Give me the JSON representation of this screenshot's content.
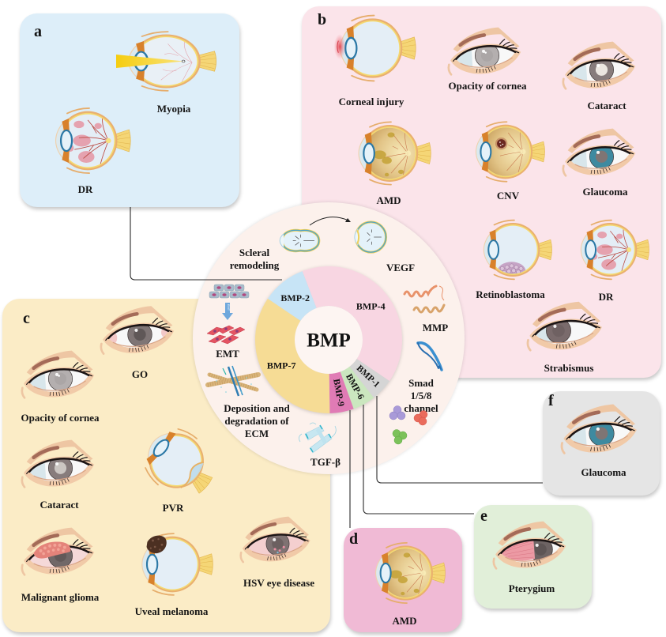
{
  "panels": {
    "a": {
      "letter": "a",
      "items": [
        {
          "label": "Myopia",
          "icon": "side-eye-myopia-icon"
        },
        {
          "label": "DR",
          "icon": "side-eye-diabetic-retinopathy-icon"
        }
      ]
    },
    "b": {
      "letter": "b",
      "items": [
        {
          "label": "Corneal injury",
          "icon": "side-eye-corneal-injury-icon"
        },
        {
          "label": "Opacity of cornea",
          "icon": "front-eye-corneal-opacity-icon"
        },
        {
          "label": "Cataract",
          "icon": "front-eye-cataract-icon"
        },
        {
          "label": "AMD",
          "icon": "side-eye-amd-icon"
        },
        {
          "label": "CNV",
          "icon": "side-eye-cnv-icon"
        },
        {
          "label": "Glaucoma",
          "icon": "front-eye-glaucoma-icon"
        },
        {
          "label": "Retinoblastoma",
          "icon": "side-eye-retinoblastoma-icon"
        },
        {
          "label": "DR",
          "icon": "side-eye-diabetic-retinopathy-icon"
        },
        {
          "label": "Strabismus",
          "icon": "front-eye-strabismus-icon"
        }
      ]
    },
    "c": {
      "letter": "c",
      "items": [
        {
          "label": "GO",
          "icon": "front-eye-go-icon"
        },
        {
          "label": "Opacity of cornea",
          "icon": "front-eye-corneal-opacity-icon"
        },
        {
          "label": "Cataract",
          "icon": "front-eye-cataract-icon"
        },
        {
          "label": "PVR",
          "icon": "side-eye-pvr-icon"
        },
        {
          "label": "Malignant glioma",
          "icon": "front-eye-malignant-glioma-icon"
        },
        {
          "label": "Uveal melanoma",
          "icon": "side-eye-uveal-melanoma-icon"
        },
        {
          "label": "HSV eye disease",
          "icon": "front-eye-hsv-icon"
        }
      ]
    },
    "d": {
      "letter": "d",
      "items": [
        {
          "label": "AMD",
          "icon": "side-eye-amd-icon"
        }
      ]
    },
    "e": {
      "letter": "e",
      "items": [
        {
          "label": "Pterygium",
          "icon": "front-eye-pterygium-icon"
        }
      ]
    },
    "f": {
      "letter": "f",
      "items": [
        {
          "label": "Glaucoma",
          "icon": "front-eye-glaucoma-icon"
        }
      ]
    }
  },
  "center": {
    "title": "BMP",
    "segments": [
      {
        "label": "BMP-4",
        "share": 40.3,
        "color": "#f8d6e2"
      },
      {
        "label": "BMP-1",
        "share": 5.0,
        "color": "#d5d5d5"
      },
      {
        "label": "BMP-6",
        "share": 5.0,
        "color": "#cbe7bf"
      },
      {
        "label": "BMP-9",
        "share": 5.3,
        "color": "#e07bb5"
      },
      {
        "label": "BMP-7",
        "share": 34.7,
        "color": "#f6dc95"
      },
      {
        "label": "BMP-2",
        "share": 9.7,
        "color": "#c7e4f6"
      }
    ],
    "mechanisms": [
      {
        "label": "Scleral\nremodeling",
        "icon": "eye-elongation-icon"
      },
      {
        "label": "VEGF",
        "icon": "vegf-protein-icon"
      },
      {
        "label": "MMP",
        "icon": "mmp-protein-icon"
      },
      {
        "label": "Smad 1/5/8\nchannel",
        "icon": "smad-molecules-icon"
      },
      {
        "label": "TGF-β",
        "icon": "tgf-beta-protein-icon"
      },
      {
        "label": "Deposition and\ndegradation of\nECM",
        "icon": "ecm-fibers-icon"
      },
      {
        "label": "EMT",
        "icon": "emt-cells-icon",
        "arrow_text": "EMT"
      }
    ]
  },
  "connectors": [
    {
      "from": "BMP-2",
      "to": "a"
    },
    {
      "from": "BMP-9",
      "to": "d"
    },
    {
      "from": "BMP-6",
      "to": "e"
    },
    {
      "from": "BMP-1",
      "to": "f"
    }
  ]
}
